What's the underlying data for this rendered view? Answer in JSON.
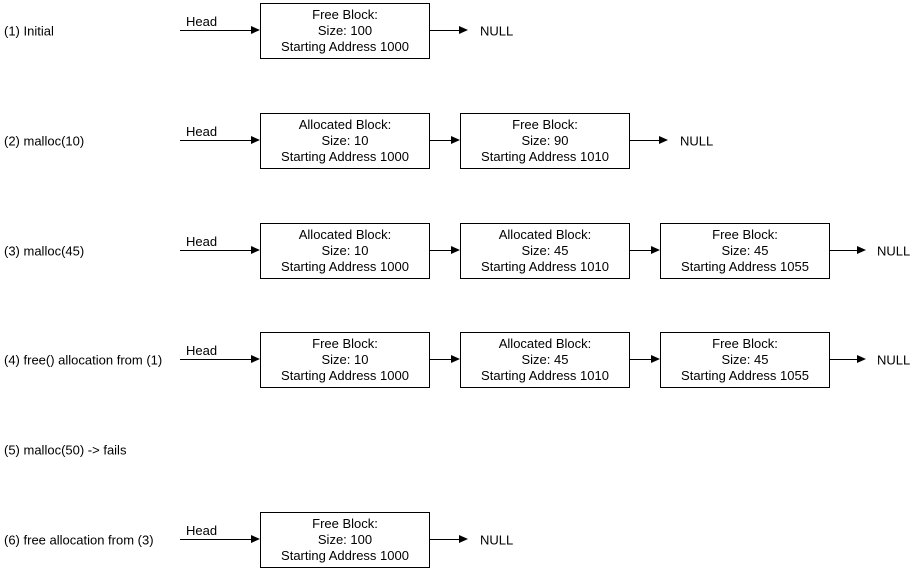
{
  "diagram": {
    "title_semantic": "malloc free list states",
    "background_color": "#ffffff",
    "text_color": "#000000",
    "head_label": "Head",
    "null_label": "NULL",
    "rows": [
      {
        "label": "(1) Initial",
        "boxes": [
          {
            "title": "Free Block:",
            "size": "Size: 100",
            "address": "Starting Address 1000"
          }
        ]
      },
      {
        "label": "(2) malloc(10)",
        "boxes": [
          {
            "title": "Allocated Block:",
            "size": "Size: 10",
            "address": "Starting Address 1000"
          },
          {
            "title": "Free Block:",
            "size": "Size: 90",
            "address": "Starting Address 1010"
          }
        ]
      },
      {
        "label": "(3) malloc(45)",
        "boxes": [
          {
            "title": "Allocated Block:",
            "size": "Size: 10",
            "address": "Starting Address 1000"
          },
          {
            "title": "Allocated Block:",
            "size": "Size: 45",
            "address": "Starting Address 1010"
          },
          {
            "title": "Free Block:",
            "size": "Size: 45",
            "address": "Starting Address 1055"
          }
        ]
      },
      {
        "label": "(4) free() allocation from (1)",
        "boxes": [
          {
            "title": "Free Block:",
            "size": "Size: 10",
            "address": "Starting Address 1000"
          },
          {
            "title": "Allocated Block:",
            "size": "Size: 45",
            "address": "Starting Address 1010"
          },
          {
            "title": "Free Block:",
            "size": "Size: 45",
            "address": "Starting Address 1055"
          }
        ]
      },
      {
        "label": "(5) malloc(50) -> fails",
        "boxes": []
      },
      {
        "label": "(6) free allocation from (3)",
        "boxes": [
          {
            "title": "Free Block:",
            "size": "Size: 100",
            "address": "Starting Address 1000"
          }
        ]
      }
    ]
  }
}
